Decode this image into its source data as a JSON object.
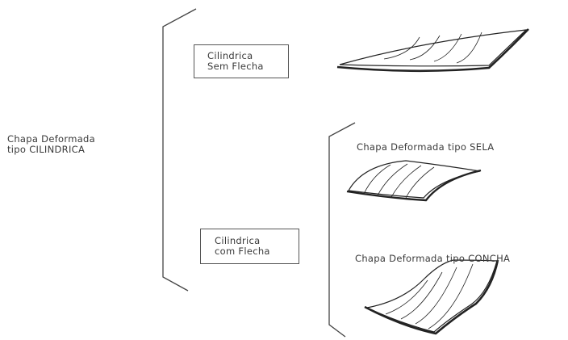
{
  "root": {
    "line1": "Chapa  Deformada",
    "line2": "tipo CILINDRICA"
  },
  "branch_sem_flecha": {
    "line1": "Cilindrica",
    "line2": "Sem Flecha"
  },
  "branch_com_flecha": {
    "line1": "Cilindrica",
    "line2": "com Flecha"
  },
  "sela_label": "Chapa Deformada tipo SELA",
  "concha_label": "Chapa Deformada tipo CONCHA"
}
